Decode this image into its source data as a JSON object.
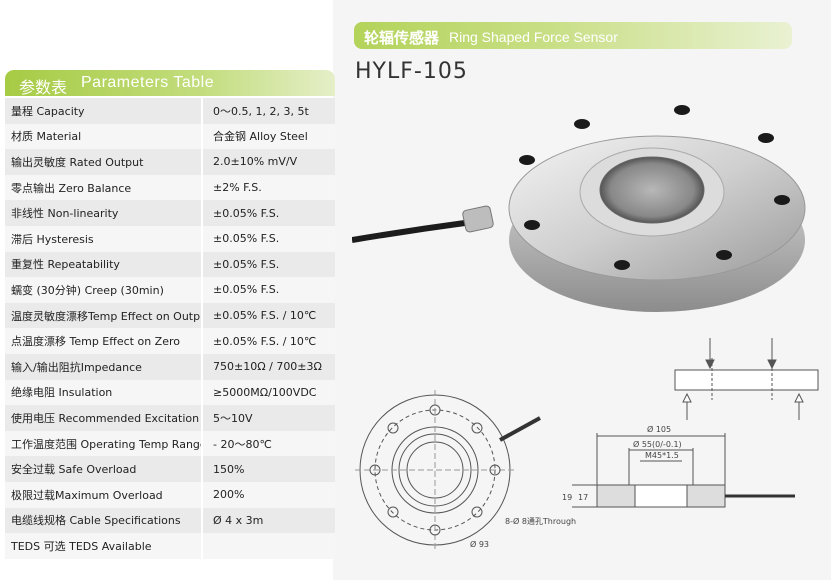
{
  "product": {
    "title_cn": "轮辐传感器",
    "title_en": "Ring Shaped Force Sensor",
    "model": "HYLF-105"
  },
  "table": {
    "header_cn": "参数表",
    "header_en": "Parameters Table",
    "rows": [
      {
        "label": "量程 Capacity",
        "value": "0～0.5, 1, 2, 3, 5t"
      },
      {
        "label": "材质 Material",
        "value": "合金钢 Alloy Steel"
      },
      {
        "label": "输出灵敏度 Rated Output",
        "value": "2.0±10% mV/V"
      },
      {
        "label": "零点输出 Zero Balance",
        "value": "±2% F.S."
      },
      {
        "label": "非线性 Non-linearity",
        "value": "±0.05% F.S."
      },
      {
        "label": "滞后 Hysteresis",
        "value": "±0.05% F.S."
      },
      {
        "label": "重复性 Repeatability",
        "value": "±0.05% F.S."
      },
      {
        "label": "蠕变 (30分钟) Creep (30min)",
        "value": "±0.05% F.S."
      },
      {
        "label": "温度灵敏度漂移Temp Effect on Output",
        "value": "±0.05% F.S. / 10℃"
      },
      {
        "label": "点温度漂移 Temp Effect on Zero",
        "value": "±0.05% F.S. / 10℃"
      },
      {
        "label": "输入/输出阻抗Impedance",
        "value": "750±10Ω / 700±3Ω"
      },
      {
        "label": "绝缘电阻 Insulation",
        "value": "≥5000MΩ/100VDC"
      },
      {
        "label": "使用电压 Recommended Excitation",
        "value": "5～10V"
      },
      {
        "label": "工作温度范围 Operating Temp Range",
        "value": "- 20～80℃"
      },
      {
        "label": "安全过载 Safe Overload",
        "value": "150%"
      },
      {
        "label": "极限过载Maximum Overload",
        "value": "200%"
      },
      {
        "label": "电缆线规格 Cable Specifications",
        "value": "Ø 4 x 3m"
      },
      {
        "label": "TEDS 可选 TEDS Available",
        "value": ""
      }
    ]
  },
  "drawing": {
    "dim_outer": "Ø 105",
    "dim_bore": "Ø 55(0/-0.1)",
    "dim_thread": "M45*1.5",
    "dim_h1": "19",
    "dim_h2": "17",
    "holes_note": "8-Ø 8通孔Through",
    "dim_pcd": "Ø 93"
  },
  "colors": {
    "accent_green": "#a6cb44",
    "banner_green": "#b3d35a",
    "right_bg": "#f5f5f6"
  }
}
